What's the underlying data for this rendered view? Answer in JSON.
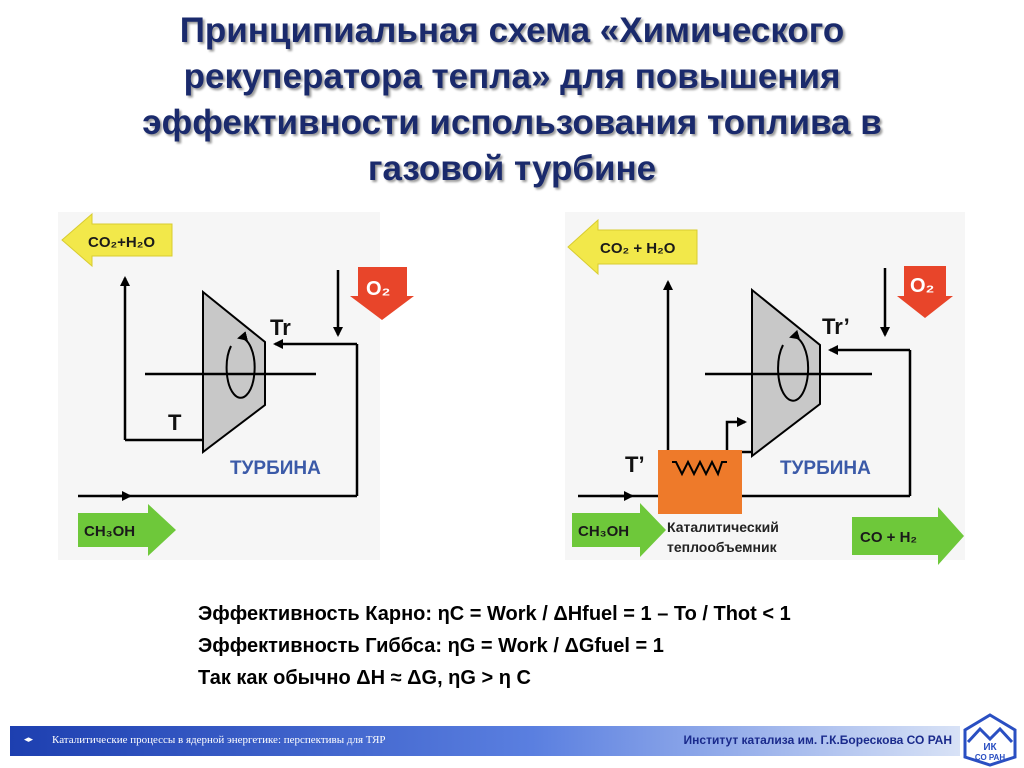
{
  "slide": {
    "title_lines": [
      "Принципиальная схема «Химического",
      "рекуператора тепла» для повышения",
      "эффективности использования топлива в",
      "газовой турбине"
    ]
  },
  "left_diagram": {
    "exhaust": "CO₂+H₂O",
    "oxygen": "O₂",
    "fuel": "CH₃OH",
    "tr": "Tr",
    "t": "T",
    "turbine": "ТУРБИНА"
  },
  "right_diagram": {
    "exhaust": "CO₂ + H₂O",
    "oxygen": "O₂",
    "fuel": "CH₃OH",
    "tr": "Tr’",
    "t": "T’",
    "turbine": "ТУРБИНА",
    "exchanger_label_line1": "Каталитический",
    "exchanger_label_line2": "теплообъемник",
    "product": "CO + H₂"
  },
  "formulas": {
    "carnot": "Эффективность Карно: ηC =  Work / ΔHfuel = 1 – To / Thot < 1",
    "gibbs": "Эффективность Гиббса: ηG = Work / ΔGfuel = 1",
    "conclusion": "Так как обычно ΔH ≈ ΔG, ηG > η C"
  },
  "footer": {
    "nav": "◂▸",
    "left": "Каталитические процессы в ядерной энергетике: перспективы для ТЯР",
    "right": "Институт катализа им. Г.К.Борескова СО РАН",
    "logo_line1": "ИК",
    "logo_line2": "СО РАН"
  },
  "colors": {
    "title": "#1a2a6c",
    "panel_bg": "#f6f6f6",
    "yellow_arrow": "#f2e84a",
    "green_arrow": "#6ec83a",
    "red_arrow": "#e8452a",
    "orange_box": "#ee7a2a",
    "turbine_fill": "#c8c8c8",
    "turbine_label": "#3b5aa8",
    "footer": "#2a4fc2"
  }
}
